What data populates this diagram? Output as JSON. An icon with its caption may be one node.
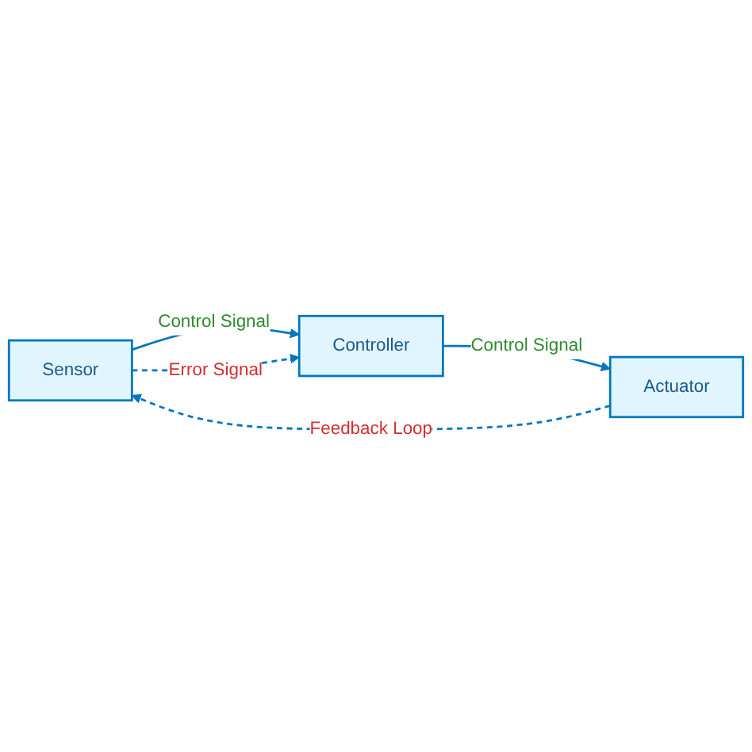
{
  "diagram": {
    "nodes": [
      {
        "text": [
          "Sensor"
        ]
      },
      {
        "text": [
          "Controller"
        ]
      },
      {
        "text": [
          "Actuator"
        ]
      }
    ],
    "edges": [
      {
        "from": 0,
        "to": 1,
        "arrow": "to",
        "label": "Control Signal"
      },
      {
        "from": 0,
        "to": 1,
        "arrow": "to",
        "label": "Error Signal",
        "style": "dashed"
      },
      {
        "from": 1,
        "to": 2,
        "arrow": "to",
        "label": "Control Signal"
      },
      {
        "from": 2,
        "to": 0,
        "arrow": "to",
        "label": "Feedback Loop",
        "style": "dashed"
      }
    ]
  }
}
